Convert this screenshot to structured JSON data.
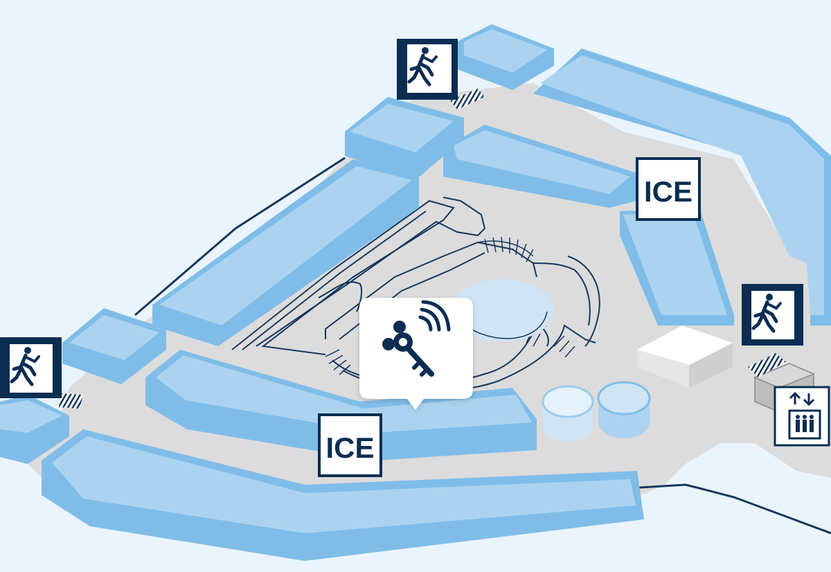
{
  "map": {
    "colors": {
      "background": "#eaf4fc",
      "floor": "#dcdcdc",
      "block_top": "#abd3f0",
      "block_side": "#7fbde8",
      "line": "#16365a",
      "sign_dark": "#0b2d52"
    },
    "signs": [
      {
        "kind": "emergency-exit",
        "icon": "running-man-exit-icon"
      },
      {
        "kind": "emergency-exit",
        "icon": "running-man-exit-icon"
      },
      {
        "kind": "emergency-exit",
        "icon": "running-man-exit-icon"
      },
      {
        "kind": "ice",
        "label": "ICE"
      },
      {
        "kind": "ice",
        "label": "ICE"
      },
      {
        "kind": "elevator",
        "icon": "elevator-icon"
      }
    ],
    "selected_marker": {
      "icon": "magic-key-wireless-icon"
    }
  }
}
